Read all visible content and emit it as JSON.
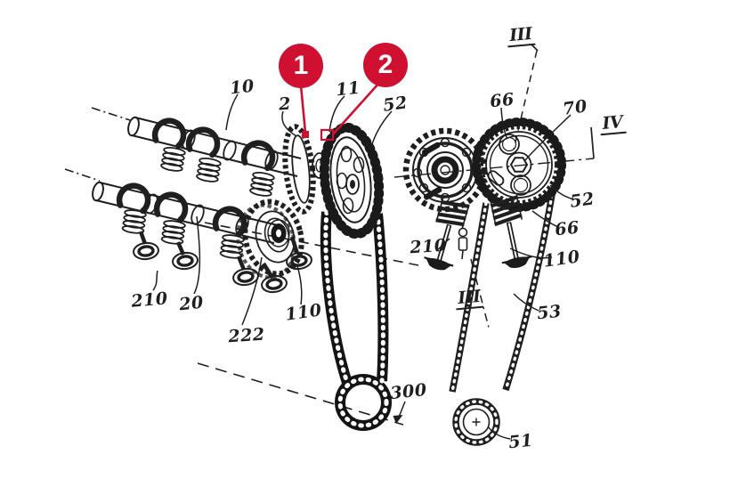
{
  "figure": {
    "description": "Patent-style line drawing of an engine timing drive: twin camshafts with rocker caps, valve springs and valves (perspective view, left) and a front view (right) of camshaft gear, chain sprocket, timing chain and crankshaft sprocket",
    "background": "#ffffff",
    "ink": "#1f1f1f",
    "accent_red": "#d01030"
  },
  "badges": [
    {
      "number": "1",
      "marks": "camshaft gear teeth near part 2"
    },
    {
      "number": "2",
      "marks": "sprocket link near part 11"
    }
  ],
  "labels": {
    "left": [
      {
        "text": "10"
      },
      {
        "text": "2"
      },
      {
        "text": "11"
      },
      {
        "text": "52"
      },
      {
        "text": "210"
      },
      {
        "text": "20"
      },
      {
        "text": "222"
      },
      {
        "text": "110"
      },
      {
        "text": "300"
      }
    ],
    "right": [
      {
        "text": "66"
      },
      {
        "text": "70"
      },
      {
        "text": "52"
      },
      {
        "text": "66"
      },
      {
        "text": "110"
      },
      {
        "text": "210"
      },
      {
        "text": "53"
      },
      {
        "text": "51"
      }
    ],
    "sections": [
      {
        "text": "III"
      },
      {
        "text": "IV"
      },
      {
        "text": "III"
      }
    ]
  }
}
